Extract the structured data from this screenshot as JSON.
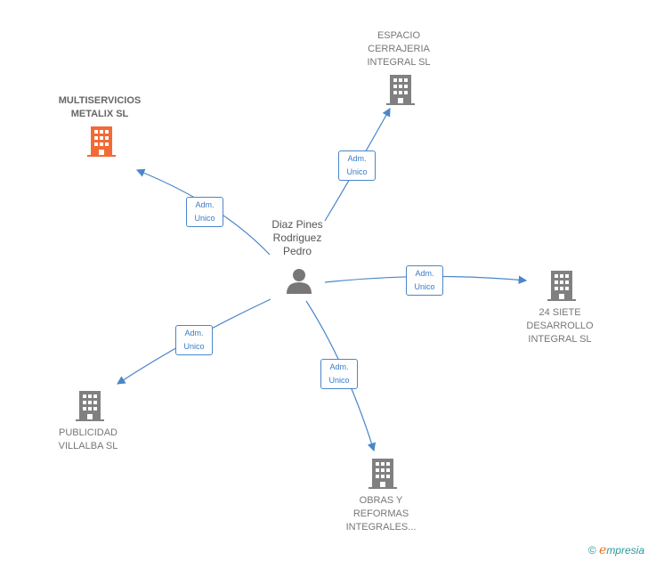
{
  "center": {
    "name": "Diaz Pines\nRodriguez\nPedro"
  },
  "companies": [
    {
      "id": "multiservicios",
      "name": "MULTISERVICIOS\nMETALIX  SL",
      "highlight": true
    },
    {
      "id": "espacio",
      "name": "ESPACIO\nCERRAJERIA\nINTEGRAL  SL",
      "highlight": false
    },
    {
      "id": "siete",
      "name": "24 SIETE\nDESARROLLO\nINTEGRAL  SL",
      "highlight": false
    },
    {
      "id": "publicidad",
      "name": "PUBLICIDAD\nVILLALBA  SL",
      "highlight": false
    },
    {
      "id": "obras",
      "name": "OBRAS Y\nREFORMAS\nINTEGRALES...",
      "highlight": false
    }
  ],
  "relations": [
    {
      "label": "Adm.\nUnico"
    },
    {
      "label": "Adm.\nUnico"
    },
    {
      "label": "Adm.\nUnico"
    },
    {
      "label": "Adm.\nUnico"
    },
    {
      "label": "Adm.\nUnico"
    }
  ],
  "colors": {
    "edge": "#4a86c8",
    "building": "#808080",
    "highlight": "#f26a35"
  },
  "footer": {
    "copyright": "©",
    "brand_initial": "e",
    "brand_rest": "mpresia"
  }
}
